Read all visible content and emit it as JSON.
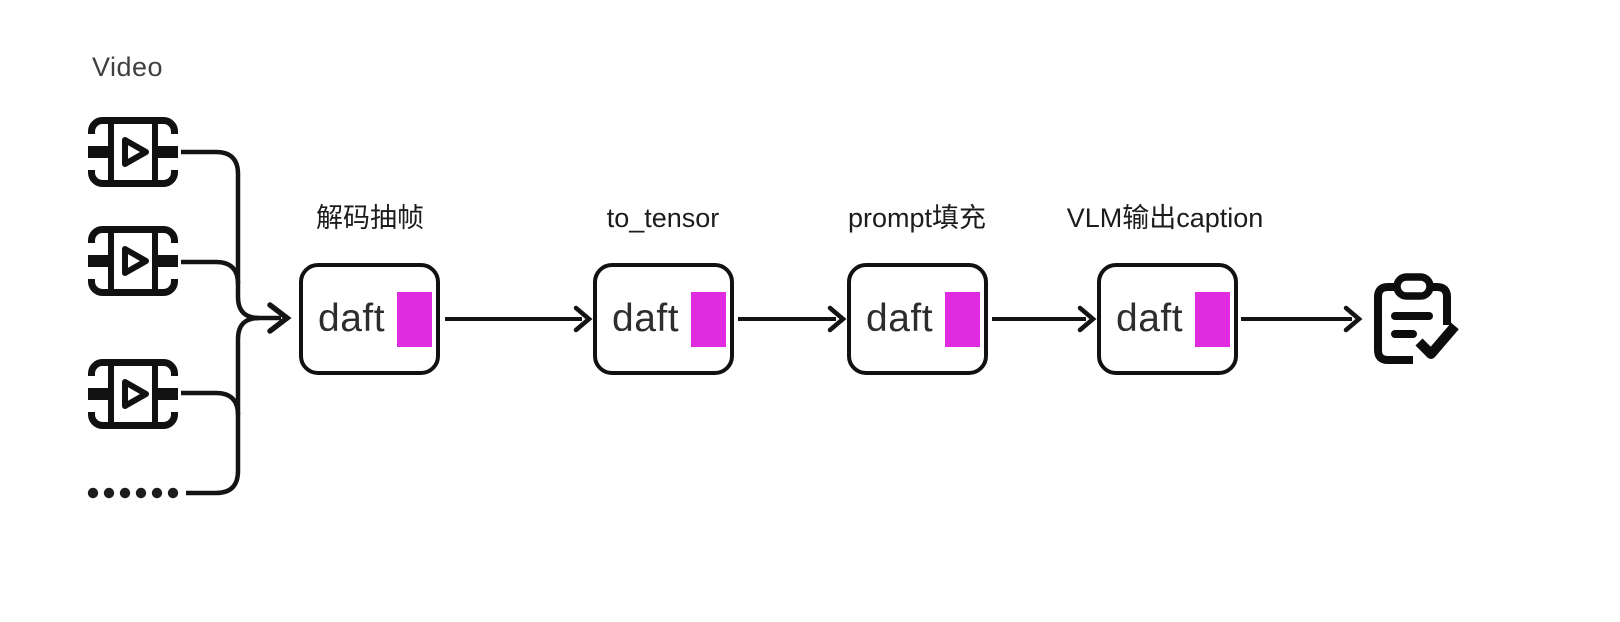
{
  "diagram": {
    "source_label": "Video",
    "stages": [
      {
        "label": "解码抽帧",
        "logo_text": "daft"
      },
      {
        "label": "to_tensor",
        "logo_text": "daft"
      },
      {
        "label": "prompt填充",
        "logo_text": "daft"
      },
      {
        "label": "VLM输出caption",
        "logo_text": "daft"
      }
    ],
    "icons": {
      "source": "film-play-icon",
      "ellipsis": "more-videos-dots",
      "output": "clipboard-check-icon"
    },
    "colors": {
      "accent": "#E12BE1",
      "line": "#141414",
      "text_dark": "#2D2D2D",
      "label": "#1C1C1C",
      "muted": "#3F3F3F"
    }
  }
}
